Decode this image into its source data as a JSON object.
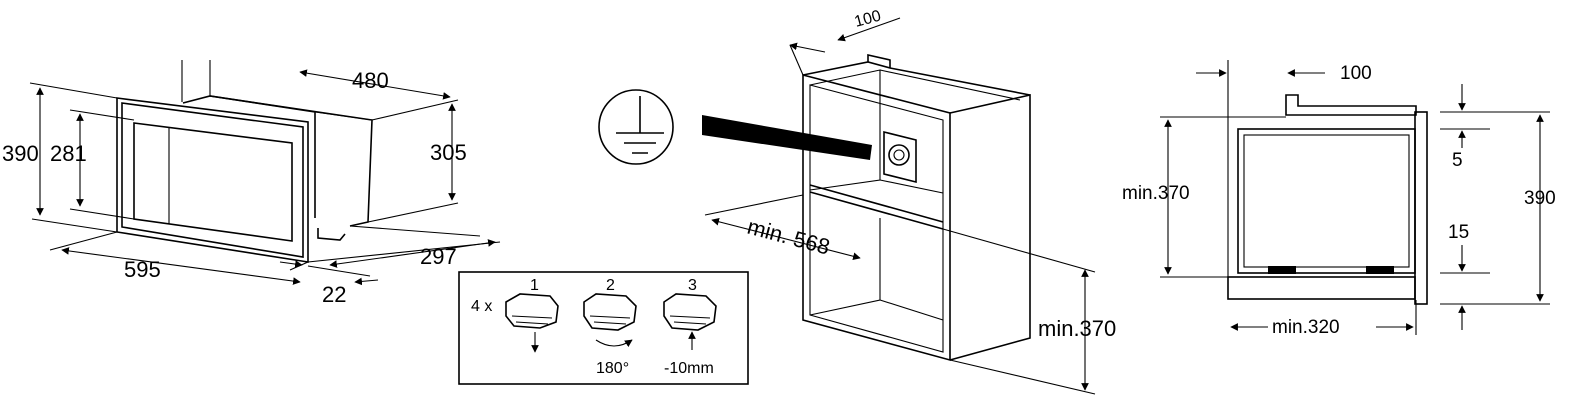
{
  "front_view": {
    "height_outer": "390",
    "height_door": "281",
    "depth_top": "480",
    "height_body": "305",
    "width_front": "595",
    "depth_body": "297",
    "frame_offset": "22"
  },
  "cabinet_view": {
    "top_depth": "100",
    "min_width": "min. 568",
    "min_height": "min.370"
  },
  "feet_instructions": {
    "quantity": "4 x",
    "steps": [
      {
        "number": "1",
        "caption": ""
      },
      {
        "number": "2",
        "caption": "180°"
      },
      {
        "number": "3",
        "caption": "-10mm"
      }
    ]
  },
  "side_view": {
    "top_depth": "100",
    "min_height": "min.370",
    "gap_top": "5",
    "gap_bottom": "15",
    "total_height": "390",
    "min_depth": "min.320"
  }
}
